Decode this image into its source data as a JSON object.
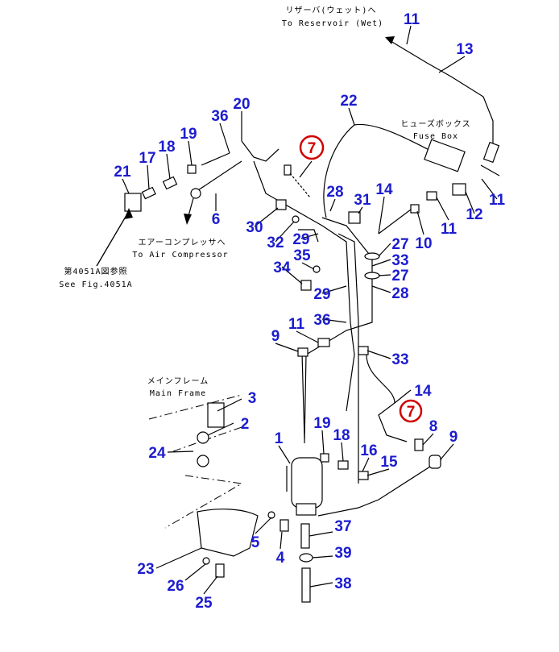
{
  "notes": {
    "reservoir_jp": "リザーバ(ウェット)へ",
    "reservoir_en": "To Reservoir (Wet)",
    "fusebox_jp": "ヒューズボックス",
    "fusebox_en": "Fuse Box",
    "compressor_jp": "エアーコンプレッサへ",
    "compressor_en": "To Air Compressor",
    "seefig_jp": "第4051A図参照",
    "seefig_en": "See Fig.4051A",
    "mainframe_jp": "メインフレーム",
    "mainframe_en": "Main Frame"
  },
  "callouts": [
    "11",
    "13",
    "22",
    "20",
    "36",
    "19",
    "18",
    "17",
    "21",
    "7",
    "28",
    "31",
    "14",
    "6",
    "30",
    "32",
    "29",
    "27",
    "33",
    "10",
    "11",
    "12",
    "11",
    "34",
    "35",
    "27",
    "29",
    "28",
    "36",
    "11",
    "9",
    "33",
    "3",
    "14",
    "7",
    "2",
    "8",
    "9",
    "1",
    "19",
    "18",
    "24",
    "16",
    "15",
    "37",
    "5",
    "4",
    "39",
    "23",
    "26",
    "38",
    "25"
  ],
  "colors": {
    "callout": "#1c1ccf",
    "highlight": "#d00000"
  }
}
